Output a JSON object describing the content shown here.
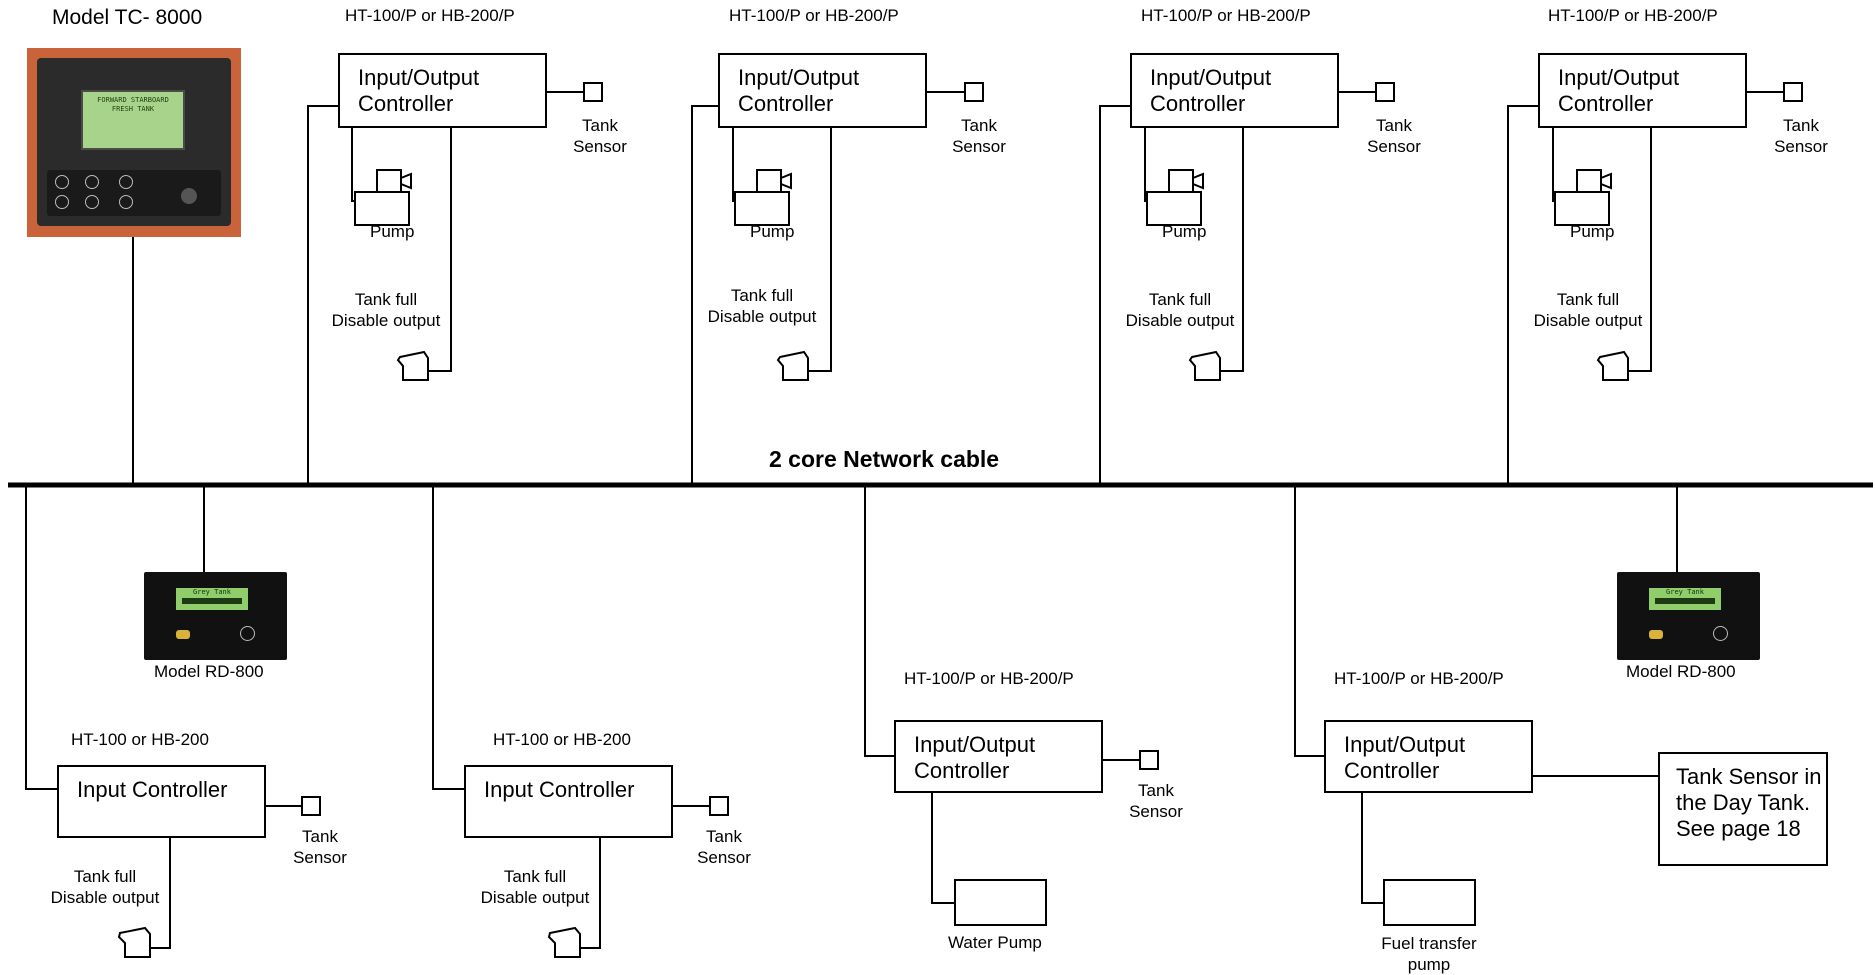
{
  "network": {
    "label": "2 core Network cable"
  },
  "tc8000": {
    "label": "Model TC- 8000"
  },
  "rd800": {
    "label": "Model RD-800"
  },
  "common": {
    "io_line1": "Input/Output",
    "io_line2": "Controller",
    "input_controller": "Input Controller",
    "ht_hb_p": "HT-100/P or HB-200/P",
    "ht_hb": "HT-100 or HB-200",
    "tank": "Tank",
    "sensor": "Sensor",
    "pump": "Pump",
    "tank_full": "Tank full",
    "disable_output": "Disable output"
  },
  "water_pump": {
    "label": "Water Pump"
  },
  "fuel_pump": {
    "line1": "Fuel transfer",
    "line2": "pump"
  },
  "day_tank": {
    "line1": "Tank Sensor in",
    "line2": "the Day Tank.",
    "line3": "See page 18"
  },
  "lcd": {
    "tc_line1": "FORWARD STARBOARD",
    "tc_line2": "FRESH TANK",
    "rd_text": "Grey Tank"
  },
  "colors": {
    "line": "#000000",
    "lcd": "#8fce6a",
    "device_dark": "#2b2b2b"
  }
}
